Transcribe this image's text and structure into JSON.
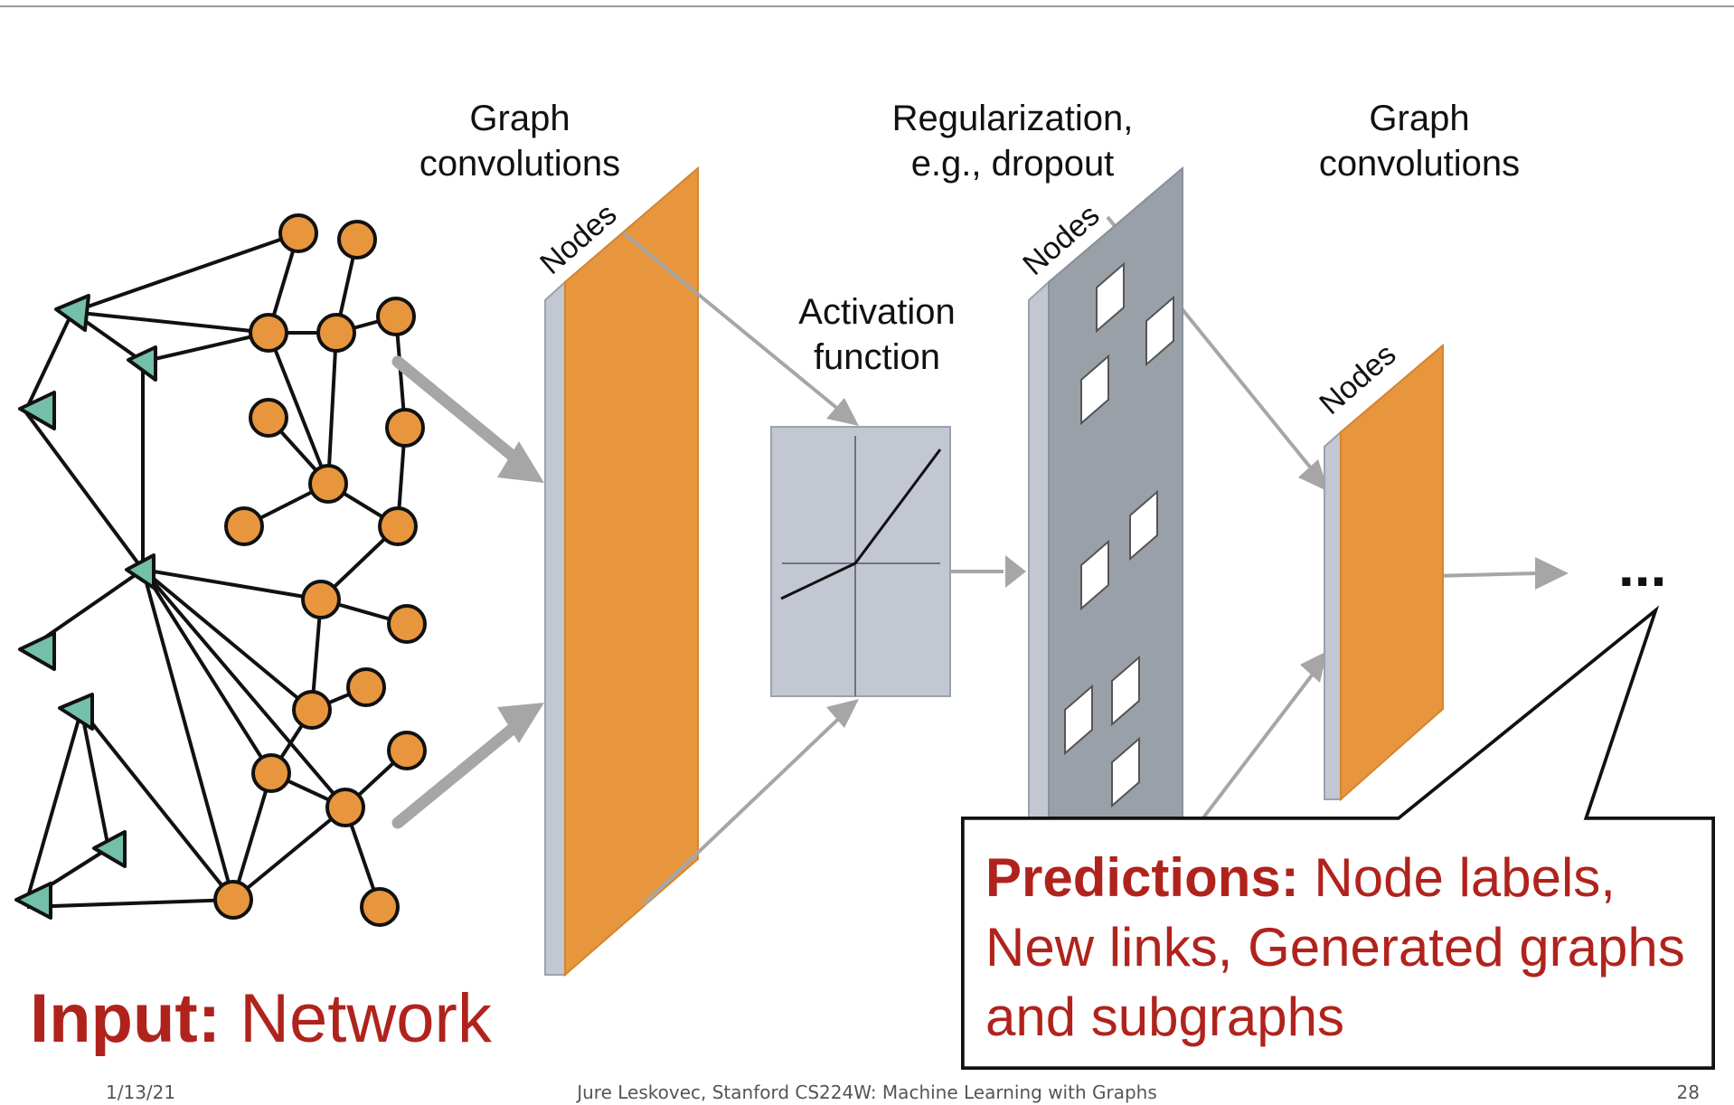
{
  "labels": {
    "graph_convolutions_1": [
      "Graph",
      "convolutions"
    ],
    "regularization": [
      "Regularization,",
      "e.g., dropout"
    ],
    "graph_convolutions_2": [
      "Graph",
      "convolutions"
    ],
    "activation": [
      "Activation",
      "function"
    ],
    "nodes": "Nodes",
    "ellipsis": "..."
  },
  "input": {
    "bold": "Input:",
    "rest": " Network"
  },
  "predictions": {
    "bold": "Predictions:",
    "rest": " Node labels, New links, Generated graphs and subgraphs"
  },
  "footer": {
    "date": "1/13/21",
    "center": "Jure Leskovec, Stanford CS224W: Machine Learning with Graphs",
    "page": "28"
  },
  "colors": {
    "orange": "#e8963e",
    "teal": "#73bfa9",
    "slab": "#c2c7d2",
    "dropout": "#9aa0a8",
    "red_text": "#b0231d",
    "arrow_gray": "#a6a6a6"
  }
}
